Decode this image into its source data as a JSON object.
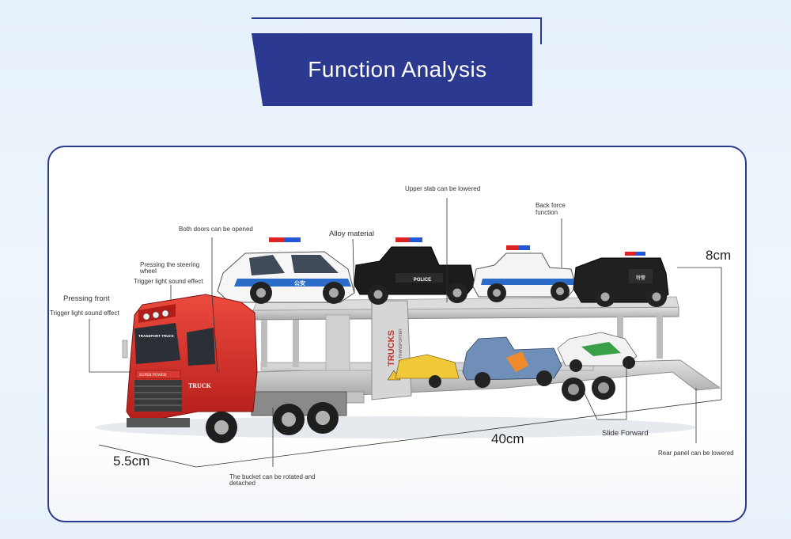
{
  "title": "Function Analysis",
  "labels": {
    "upper_slab": "Upper slab can be lowered",
    "back_force_1": "Back force",
    "back_force_2": "function",
    "doors": "Both doors can be opened",
    "alloy": "Alloy material",
    "steering_1": "Pressing the steering",
    "steering_2": "wheel",
    "trigger_1": "Trigger light sound effect",
    "pressing_front": "Pressing front",
    "trigger_2": "Trigger light sound effect",
    "bucket_1": "The bucket can be rotated and",
    "bucket_2": "detached",
    "slide": "Slide Forward",
    "rear_panel": "Rear panel can be lowered"
  },
  "dimensions": {
    "height": "8cm",
    "length": "40cm",
    "width": "5.5cm"
  },
  "truck_text": {
    "cab_sign": "TRANSPORT TRUCK",
    "grille_plate": "SUPER POWER",
    "door_text": "TRUCK",
    "trailer_sign_1": "TRUCKS",
    "trailer_sign_2": "CAR TRANSPORTER",
    "police_text": "POLICE",
    "cn_police": "公安",
    "cn_special": "特警"
  },
  "colors": {
    "brand_navy": "#2c3990",
    "truck_red": "#d42a25",
    "trailer_gray": "#c8c8c8",
    "police_blue": "#2a6cc8"
  }
}
